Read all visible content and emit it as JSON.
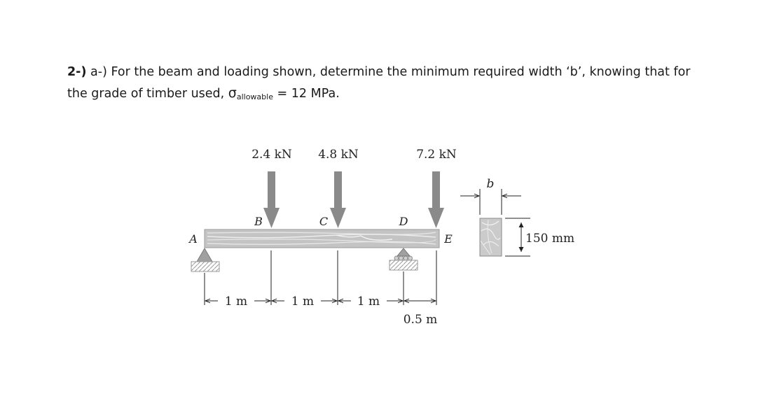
{
  "problem": {
    "number": "2-)",
    "line1_rest": "a-) For the beam and loading shown, determine the minimum required width ‘b’, knowing that for",
    "line2_prefix": "the grade of timber used, ",
    "sigma": "σ",
    "sigma_subscript": "allowable",
    "line2_suffix": " = 12 MPa."
  },
  "figure": {
    "loads": [
      {
        "point": "B",
        "value": "2.4 kN"
      },
      {
        "point": "C",
        "value": "4.8 kN"
      },
      {
        "point": "E",
        "value": "7.2 kN"
      }
    ],
    "points": {
      "A": "A",
      "B": "B",
      "C": "C",
      "D": "D",
      "E": "E"
    },
    "spans": [
      "1 m",
      "1 m",
      "1 m",
      "0.5 m"
    ],
    "cross_section": {
      "width_label": "b",
      "height_label": "150 mm"
    },
    "colors": {
      "load_arrow": "#8a8a8a",
      "beam": "#c4c4c4",
      "support": "#a0a0a0"
    }
  }
}
